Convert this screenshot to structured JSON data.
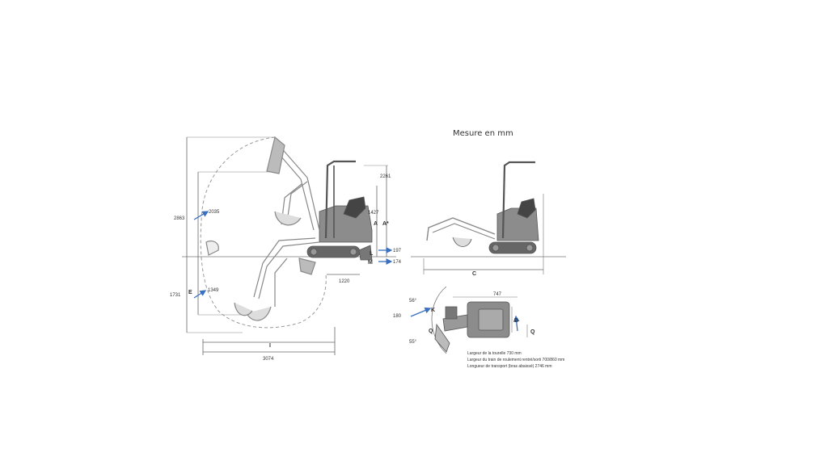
{
  "title": "Mesure en mm",
  "side_view": {
    "dims": {
      "h_total": "2863",
      "r_2035": "2035",
      "h_2261": "2261",
      "h_1427": "1427",
      "d_1731": "1731",
      "d_1349": "1349",
      "len_3074": "3074",
      "len_1220": "1220",
      "v_197": "197",
      "v_174": "174"
    },
    "letters": {
      "A": "A",
      "A_star": "A*",
      "L": "L",
      "M": "M",
      "E": "E",
      "I": "I"
    }
  },
  "front_view": {
    "letters": {
      "C": "C"
    }
  },
  "top_view": {
    "dims": {
      "w_747": "747",
      "angle_top": "56°",
      "angle_mid": "180",
      "angle_bottom": "55°"
    },
    "letters": {
      "K": "K",
      "Q_left": "Q",
      "B": "B",
      "Q_right": "Q"
    },
    "notes": [
      "Largeur de la tourelle 730 mm",
      "Largeur du train de roulement rentré/sorti 700/860 mm",
      "Longueur de transport (bras abaissé) 2746 mm"
    ]
  },
  "colors": {
    "arrow": "#3a70c0",
    "line": "#555555",
    "machine": "#777777"
  }
}
